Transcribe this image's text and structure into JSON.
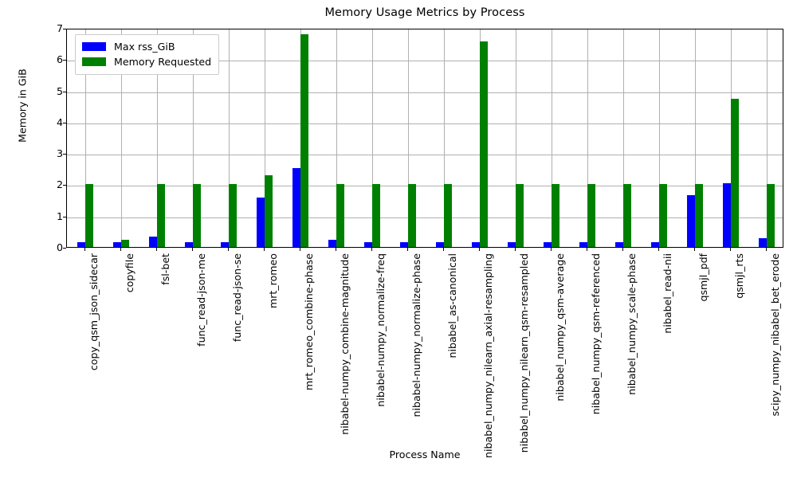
{
  "chart_data": {
    "type": "bar",
    "title": "Memory Usage Metrics by Process",
    "xlabel": "Process Name",
    "ylabel": "Memory in GiB",
    "ylim": [
      0,
      7
    ],
    "yticks": [
      0,
      1,
      2,
      3,
      4,
      5,
      6,
      7
    ],
    "grid": true,
    "legend_position": "upper left",
    "colors": {
      "max_rss": "#0000ff",
      "memory_requested": "#008000"
    },
    "categories": [
      "copy_qsm_json_sidecar",
      "copyfile",
      "fsl-bet",
      "func_read-json-me",
      "func_read-json-se",
      "mrt_romeo",
      "mrt_romeo_combine-phase",
      "nibabel-numpy_combine-magnitude",
      "nibabel-numpy_normalize-freq",
      "nibabel-numpy_normalize-phase",
      "nibabel_as-canonical",
      "nibabel_numpy_nilearn_axial-resampling",
      "nibabel_numpy_nilearn_qsm-resampled",
      "nibabel_numpy_qsm-average",
      "nibabel_numpy_qsm-referenced",
      "nibabel_numpy_scale-phase",
      "nibabel_read-nii",
      "qsmjl_pdf",
      "qsmjl_rts",
      "scipy_numpy_nibabel_bet_erode"
    ],
    "series": [
      {
        "name": "Max rss_GiB",
        "color": "#0000ff",
        "values": [
          0.16,
          0.16,
          0.34,
          0.16,
          0.16,
          1.58,
          2.52,
          0.22,
          0.16,
          0.16,
          0.16,
          0.16,
          0.15,
          0.15,
          0.15,
          0.15,
          0.15,
          1.65,
          2.03,
          0.28
        ]
      },
      {
        "name": "Memory Requested",
        "color": "#008000",
        "values": [
          2.0,
          0.22,
          2.0,
          2.0,
          2.0,
          2.28,
          6.8,
          2.0,
          2.0,
          2.0,
          2.0,
          6.58,
          2.0,
          2.0,
          2.0,
          2.0,
          2.0,
          2.0,
          4.73,
          2.0
        ]
      }
    ]
  }
}
